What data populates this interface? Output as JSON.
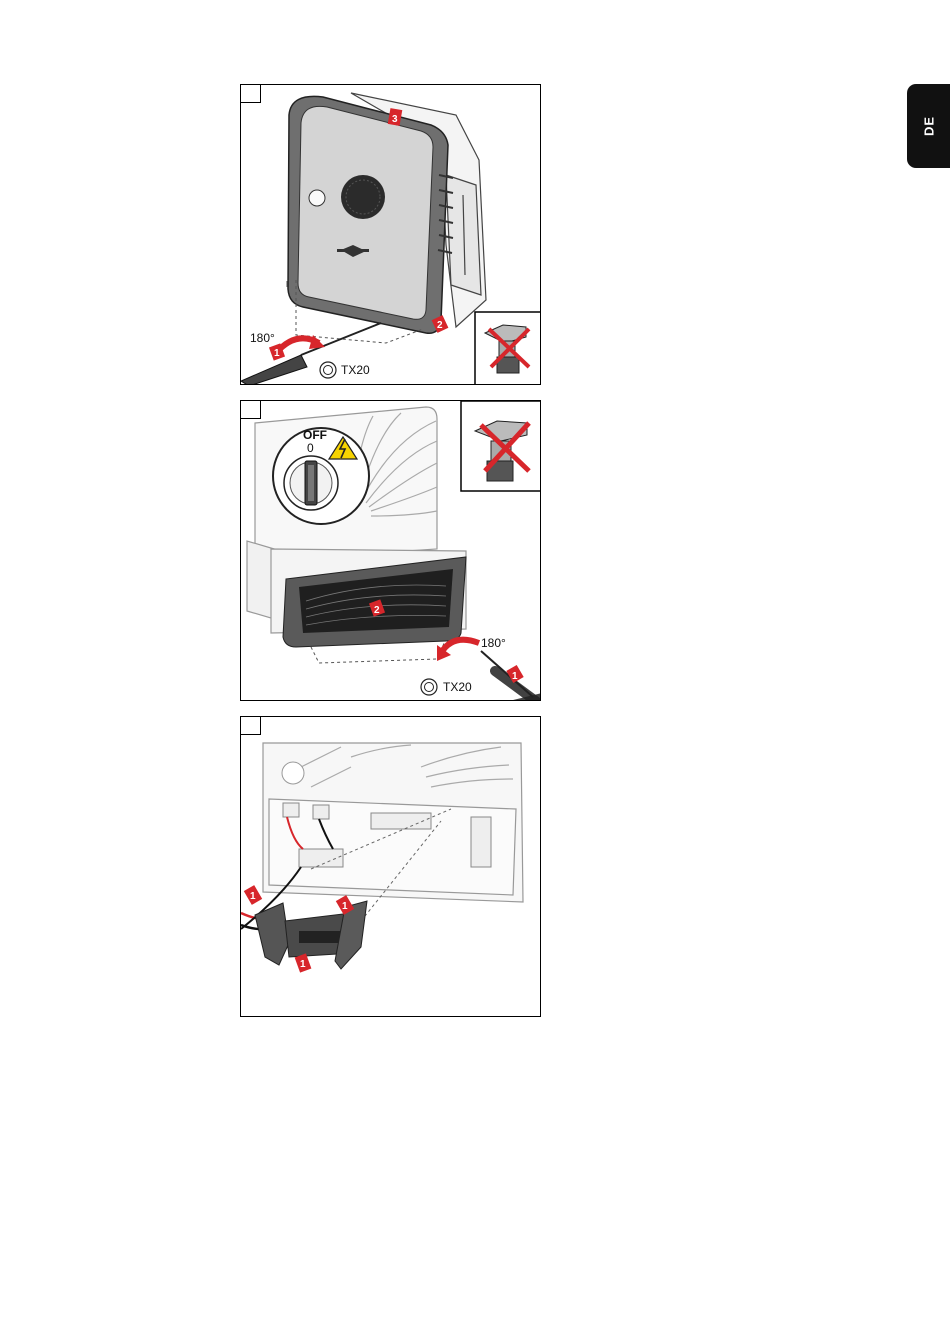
{
  "lang_tab": "DE",
  "panel1": {
    "angle": "180°",
    "tool": "TX20",
    "markers": [
      "1",
      "2",
      "3"
    ]
  },
  "panel2": {
    "switch_label": "OFF",
    "switch_position": "0",
    "angle": "180°",
    "tool": "TX20",
    "markers": [
      "1",
      "2"
    ]
  },
  "panel3": {
    "markers": [
      "1",
      "1",
      "1"
    ]
  },
  "colors": {
    "accent": "#d7262b",
    "tab": "#111111"
  }
}
